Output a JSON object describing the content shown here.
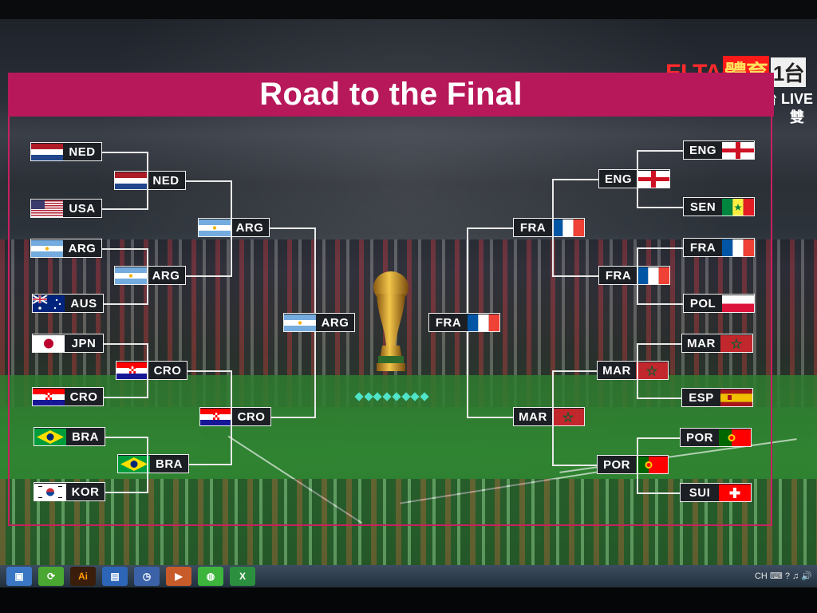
{
  "title": "Road to the Final",
  "channel": {
    "logo_a": "ELTA",
    "logo_b": "體育",
    "logo_c": "1台",
    "sub": "200台 LIVE",
    "sub2": "雙"
  },
  "bracket": {
    "left_r16": [
      {
        "code": "NED",
        "flag": "ned"
      },
      {
        "code": "USA",
        "flag": "usa"
      },
      {
        "code": "ARG",
        "flag": "arg"
      },
      {
        "code": "AUS",
        "flag": "aus"
      },
      {
        "code": "JPN",
        "flag": "jpn"
      },
      {
        "code": "CRO",
        "flag": "cro"
      },
      {
        "code": "BRA",
        "flag": "bra"
      },
      {
        "code": "KOR",
        "flag": "kor"
      }
    ],
    "left_qf": [
      {
        "code": "NED",
        "flag": "ned"
      },
      {
        "code": "ARG",
        "flag": "arg"
      },
      {
        "code": "CRO",
        "flag": "cro"
      },
      {
        "code": "BRA",
        "flag": "bra"
      }
    ],
    "left_sf": [
      {
        "code": "ARG",
        "flag": "arg"
      },
      {
        "code": "CRO",
        "flag": "cro"
      }
    ],
    "left_final": {
      "code": "ARG",
      "flag": "arg"
    },
    "right_r16": [
      {
        "code": "ENG",
        "flag": "eng"
      },
      {
        "code": "SEN",
        "flag": "sen"
      },
      {
        "code": "FRA",
        "flag": "fra"
      },
      {
        "code": "POL",
        "flag": "pol"
      },
      {
        "code": "MAR",
        "flag": "mar"
      },
      {
        "code": "ESP",
        "flag": "esp"
      },
      {
        "code": "POR",
        "flag": "por"
      },
      {
        "code": "SUI",
        "flag": "sui"
      }
    ],
    "right_qf": [
      {
        "code": "ENG",
        "flag": "eng"
      },
      {
        "code": "FRA",
        "flag": "fra"
      },
      {
        "code": "MAR",
        "flag": "mar"
      },
      {
        "code": "POR",
        "flag": "por"
      }
    ],
    "right_sf": [
      {
        "code": "FRA",
        "flag": "fra"
      },
      {
        "code": "MAR",
        "flag": "mar"
      }
    ],
    "right_final": {
      "code": "FRA",
      "flag": "fra"
    }
  },
  "colors": {
    "title_bar": "#b7185a",
    "connector": "#e9e9e9",
    "box_bg": "#1c1f24"
  },
  "taskbar": {
    "icons": [
      "quick-launch-icon",
      "refresh-icon",
      "illustrator-icon",
      "explorer-icon",
      "clock-icon",
      "media-icon",
      "line-app-icon",
      "excel-icon"
    ],
    "tray": "CH ⌨ ? ♫ 🔊"
  }
}
